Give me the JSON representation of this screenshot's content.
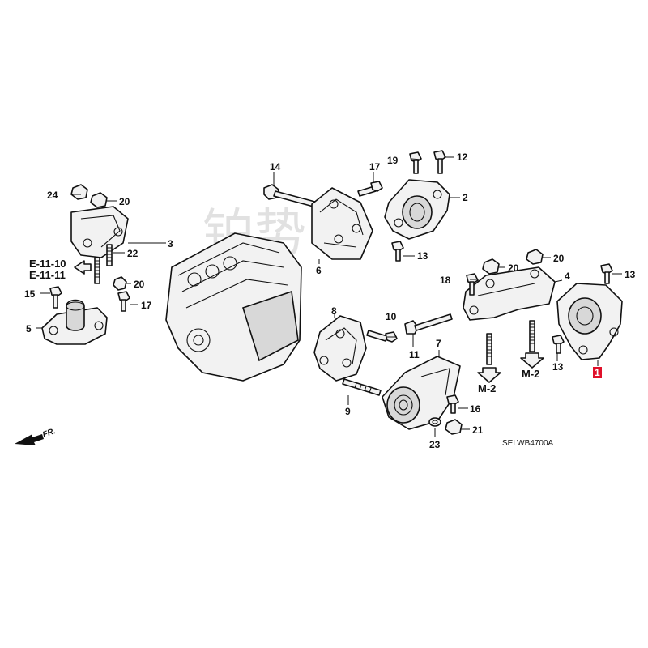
{
  "watermark": "铂势",
  "diagram_code": "SELWB4700A",
  "front_indicator": "FR.",
  "highlight_color": "#e0102a",
  "callouts": {
    "c1": "1",
    "c2": "2",
    "c3": "3",
    "c4": "4",
    "c5": "5",
    "c6": "6",
    "c7": "7",
    "c8": "8",
    "c9": "9",
    "c10": "10",
    "c11": "11",
    "c12": "12",
    "c13a": "13",
    "c13b": "13",
    "c13c": "13",
    "c14": "14",
    "c15": "15",
    "c16": "16",
    "c17a": "17",
    "c17b": "17",
    "c18": "18",
    "c19": "19",
    "c20a": "20",
    "c20b": "20",
    "c20c": "20",
    "c20d": "20",
    "c21": "21",
    "c22": "22",
    "c23": "23",
    "c24": "24"
  },
  "references": {
    "e1110": "E-11-10",
    "e1111": "E-11-11",
    "m2a": "M-2",
    "m2b": "M-2"
  }
}
